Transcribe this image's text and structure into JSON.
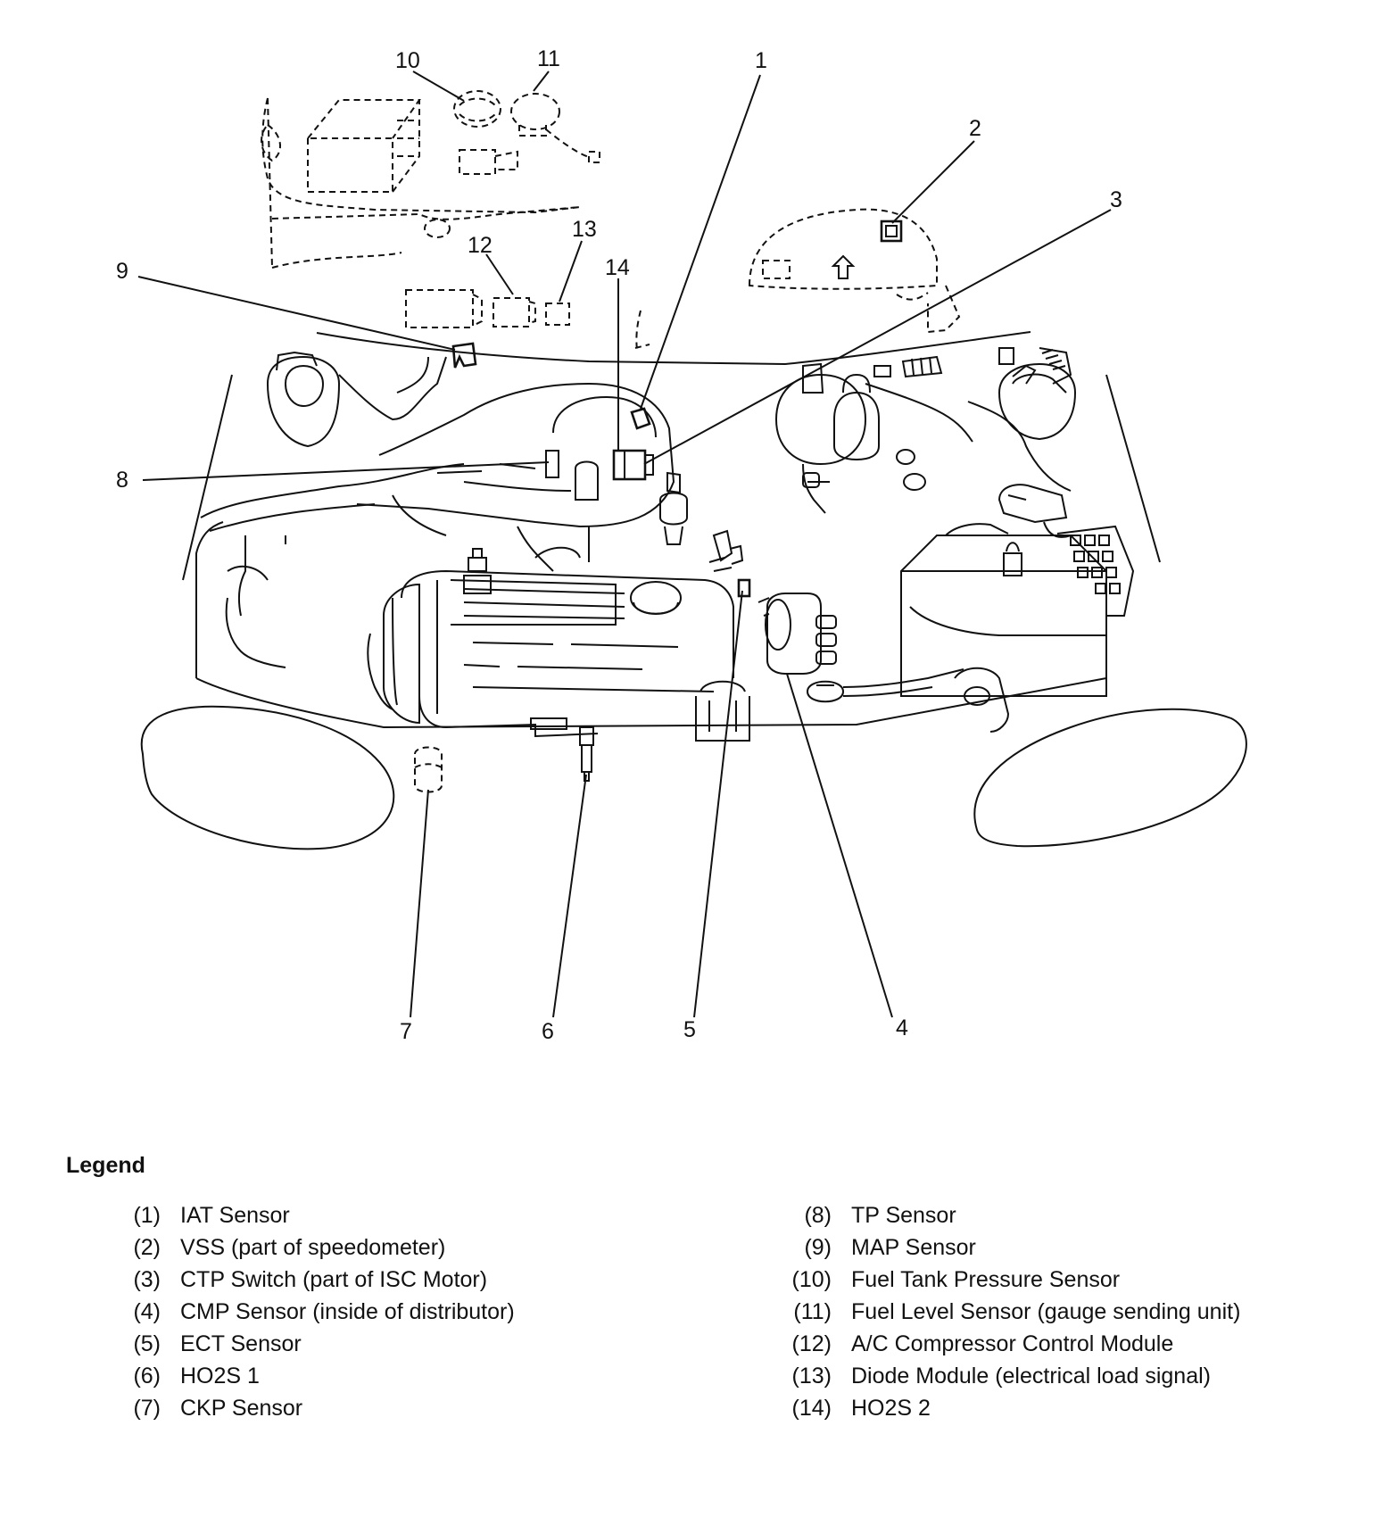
{
  "callouts": [
    "1",
    "2",
    "3",
    "4",
    "5",
    "6",
    "7",
    "8",
    "9",
    "10",
    "11",
    "12",
    "13",
    "14"
  ],
  "legend": {
    "title": "Legend",
    "left": [
      {
        "num": "(1)",
        "label": "IAT Sensor"
      },
      {
        "num": "(2)",
        "label": "VSS (part of speedometer)"
      },
      {
        "num": "(3)",
        "label": "CTP Switch (part of ISC Motor)"
      },
      {
        "num": "(4)",
        "label": "CMP Sensor (inside of distributor)"
      },
      {
        "num": "(5)",
        "label": "ECT Sensor"
      },
      {
        "num": "(6)",
        "label": "HO2S 1"
      },
      {
        "num": "(7)",
        "label": "CKP Sensor"
      }
    ],
    "right": [
      {
        "num": "(8)",
        "label": "TP Sensor"
      },
      {
        "num": "(9)",
        "label": "MAP Sensor"
      },
      {
        "num": "(10)",
        "label": "Fuel Tank Pressure Sensor"
      },
      {
        "num": "(11)",
        "label": "Fuel Level Sensor (gauge sending unit)"
      },
      {
        "num": "(12)",
        "label": "A/C Compressor Control Module"
      },
      {
        "num": "(13)",
        "label": "Diode Module (electrical load signal)"
      },
      {
        "num": "(14)",
        "label": "HO2S 2"
      }
    ]
  }
}
